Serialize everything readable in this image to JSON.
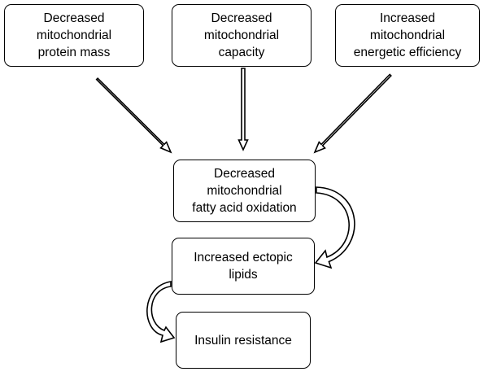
{
  "diagram": {
    "nodes": {
      "decreased_protein_mass": {
        "lines": [
          "Decreased",
          "mitochondrial",
          "protein mass"
        ]
      },
      "decreased_capacity": {
        "lines": [
          "Decreased",
          "mitochondrial",
          "capacity"
        ]
      },
      "increased_efficiency": {
        "lines": [
          "Increased",
          "mitochondrial",
          "energetic efficiency"
        ]
      },
      "decreased_fao": {
        "lines": [
          "Decreased",
          "mitochondrial",
          "fatty acid oxidation"
        ]
      },
      "ectopic_lipids": {
        "lines": [
          "Increased ectopic",
          "lipids"
        ]
      },
      "insulin_resistance": {
        "lines": [
          "Insulin resistance"
        ]
      }
    }
  }
}
